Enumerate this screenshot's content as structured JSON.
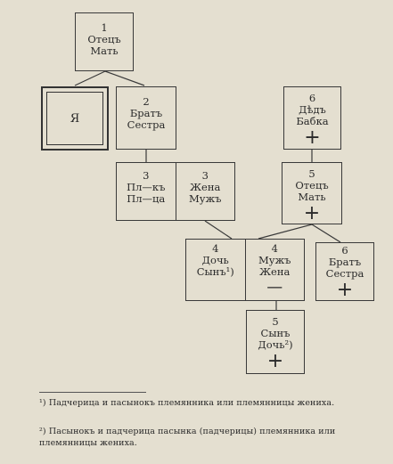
{
  "boxes": {
    "b1": {
      "num": "1",
      "l1": "Отецъ",
      "l2": "Мать"
    },
    "self": {
      "label": "Я"
    },
    "b2": {
      "num": "2",
      "l1": "Братъ",
      "l2": "Сестра"
    },
    "b3a": {
      "num": "3",
      "l1": "Пл—къ",
      "l2": "Пл—ца"
    },
    "b3b": {
      "num": "3",
      "l1": "Жена",
      "l2": "Мужъ"
    },
    "b6top": {
      "num": "6",
      "l1": "Дѣдъ",
      "l2": "Бабка",
      "mark": "+"
    },
    "b5mid": {
      "num": "5",
      "l1": "Отецъ",
      "l2": "Мать",
      "mark": "+"
    },
    "b4a": {
      "num": "4",
      "l1": "Дочь",
      "l2": "Сынъ¹)"
    },
    "b4b": {
      "num": "4",
      "l1": "Мужъ",
      "l2": "Жена",
      "mark": "—"
    },
    "b6right": {
      "num": "6",
      "l1": "Братъ",
      "l2": "Сестра",
      "mark": "+"
    },
    "b5bottom": {
      "num": "5",
      "l1": "Сынъ",
      "l2": "Дочь²)",
      "mark": "+"
    }
  },
  "footnotes": {
    "n1": "¹) Падчерица и пасынокъ племянника или племянницы жениха.",
    "n2": "²) Пасынокъ и падчерица пасынка (падчерицы) племянника или племянницы жениха."
  }
}
